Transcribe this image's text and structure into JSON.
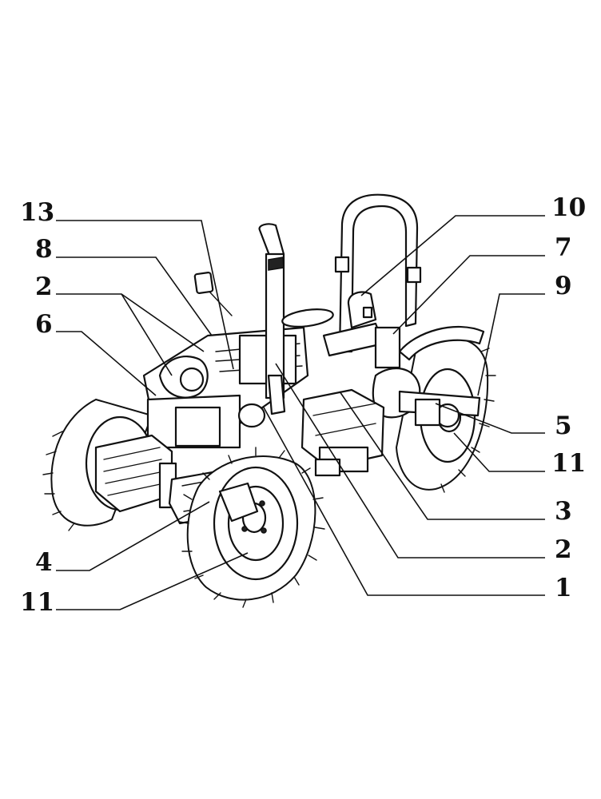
{
  "callouts": {
    "c13": "13",
    "c8": "8",
    "c2a": "2",
    "c6": "6",
    "c10": "10",
    "c7": "7",
    "c9": "9",
    "c5": "5",
    "c11a": "11",
    "c3": "3",
    "c2b": "2",
    "c1": "1",
    "c4": "4",
    "c11b": "11"
  },
  "colors": {
    "ink": "#111111",
    "background": "#ffffff"
  }
}
